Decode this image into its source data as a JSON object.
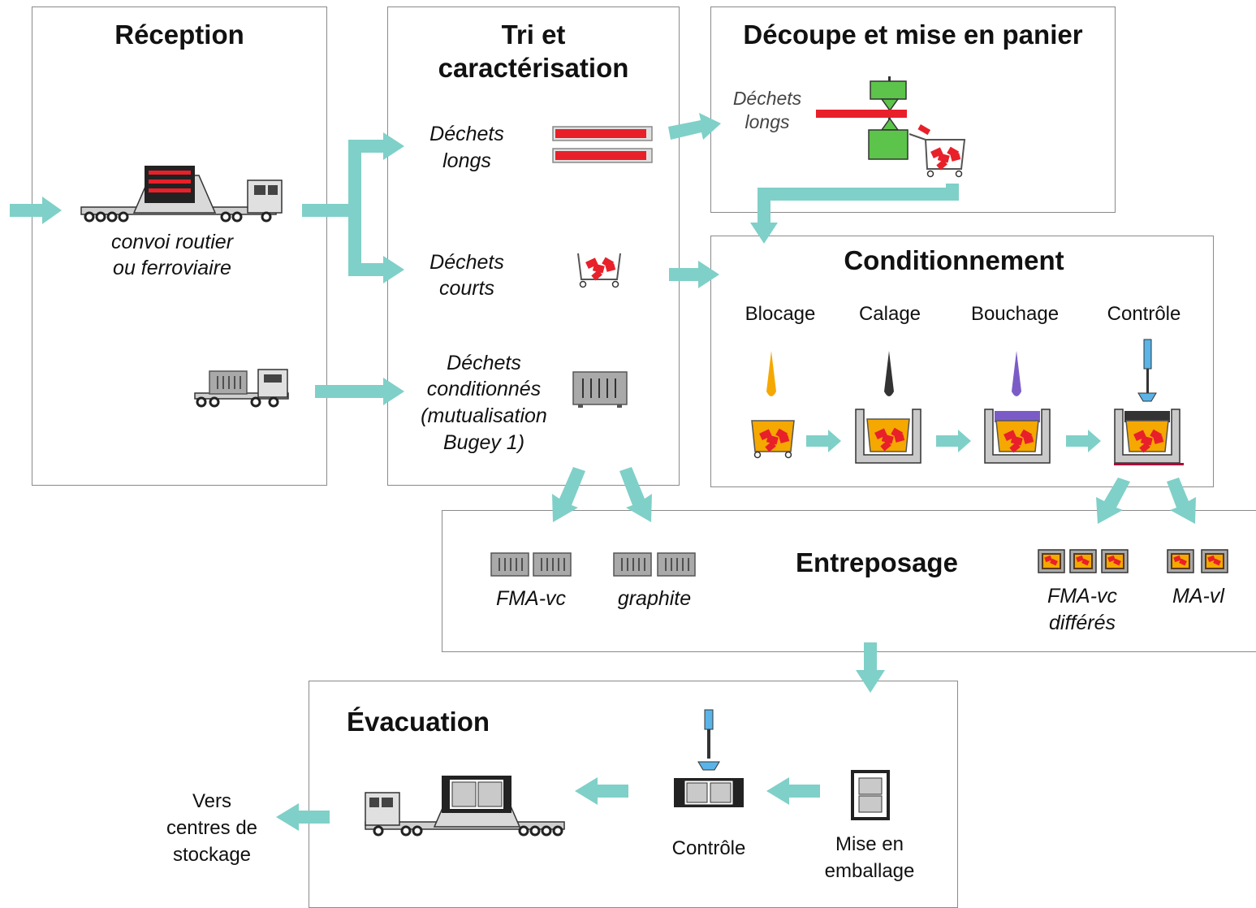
{
  "diagram": {
    "reception": {
      "title": "Réception",
      "transport_label_1": "convoi routier",
      "transport_label_2": "ou ferroviaire"
    },
    "tri": {
      "title_1": "Tri et",
      "title_2": "caractérisation",
      "long_1": "Déchets",
      "long_2": "longs",
      "short_1": "Déchets",
      "short_2": "courts",
      "cond_1": "Déchets",
      "cond_2": "conditionnés",
      "cond_3": "(mutualisation",
      "cond_4": "Bugey 1)"
    },
    "decoupe": {
      "title": "Découpe et mise en panier",
      "label_1": "Déchets",
      "label_2": "longs"
    },
    "conditionnement": {
      "title": "Conditionnement",
      "steps": [
        "Blocage",
        "Calage",
        "Bouchage",
        "Contrôle"
      ]
    },
    "entreposage": {
      "title": "Entreposage",
      "fma_vc": "FMA-vc",
      "graphite": "graphite",
      "fma_vc_diff_1": "FMA-vc",
      "fma_vc_diff_2": "différés",
      "ma_vl": "MA-vl"
    },
    "evacuation": {
      "title": "Évacuation",
      "controle": "Contrôle",
      "emballage_1": "Mise en",
      "emballage_2": "emballage",
      "vers_1": "Vers",
      "vers_2": "centres de",
      "vers_3": "stockage"
    }
  },
  "colors": {
    "arrow": "#7fd0c8",
    "waste": "#e8202a",
    "container": "#a9a9a9",
    "press": "#5cc44a",
    "orange": "#f5a800",
    "purple": "#7b5cc7",
    "probe": "#5ab4e8"
  }
}
